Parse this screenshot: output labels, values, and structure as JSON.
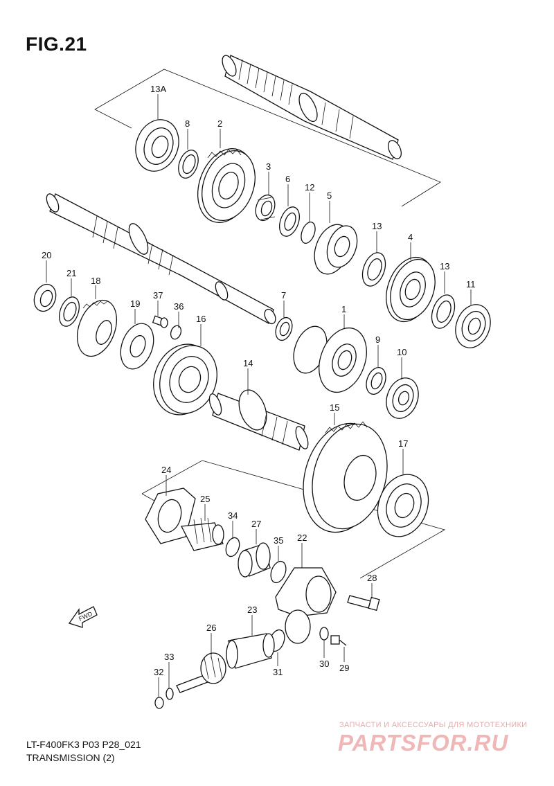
{
  "figure": {
    "title": "FIG.21"
  },
  "footer": {
    "code": "LT-F400FK3 P03 P28_021",
    "name": "TRANSMISSION (2)"
  },
  "watermark": {
    "top": "ЗАПЧАСТИ И АКСЕССУАРЫ ДЛЯ МОТОТЕХНИКИ",
    "logo": "PARTSFOR.RU"
  },
  "fwd_arrow": {
    "label": "FWD"
  },
  "callouts": {
    "c13a": "13A",
    "c8": "8",
    "c2": "2",
    "c3": "3",
    "c6": "6",
    "c12": "12",
    "c5": "5",
    "c13_upper": "13",
    "c4": "4",
    "c13_lower": "13",
    "c11": "11",
    "c20": "20",
    "c21": "21",
    "c18": "18",
    "c19": "19",
    "c37": "37",
    "c36": "36",
    "c16": "16",
    "c7": "7",
    "c1": "1",
    "c9": "9",
    "c10": "10",
    "c14": "14",
    "c15": "15",
    "c17": "17",
    "c24": "24",
    "c25": "25",
    "c34": "34",
    "c27": "27",
    "c35": "35",
    "c22": "22",
    "c28": "28",
    "c23": "23",
    "c26": "26",
    "c33": "33",
    "c32": "32",
    "c31": "31",
    "c30": "30",
    "c29": "29"
  },
  "colors": {
    "line": "#111111",
    "watermark": "#f0b7b7"
  }
}
